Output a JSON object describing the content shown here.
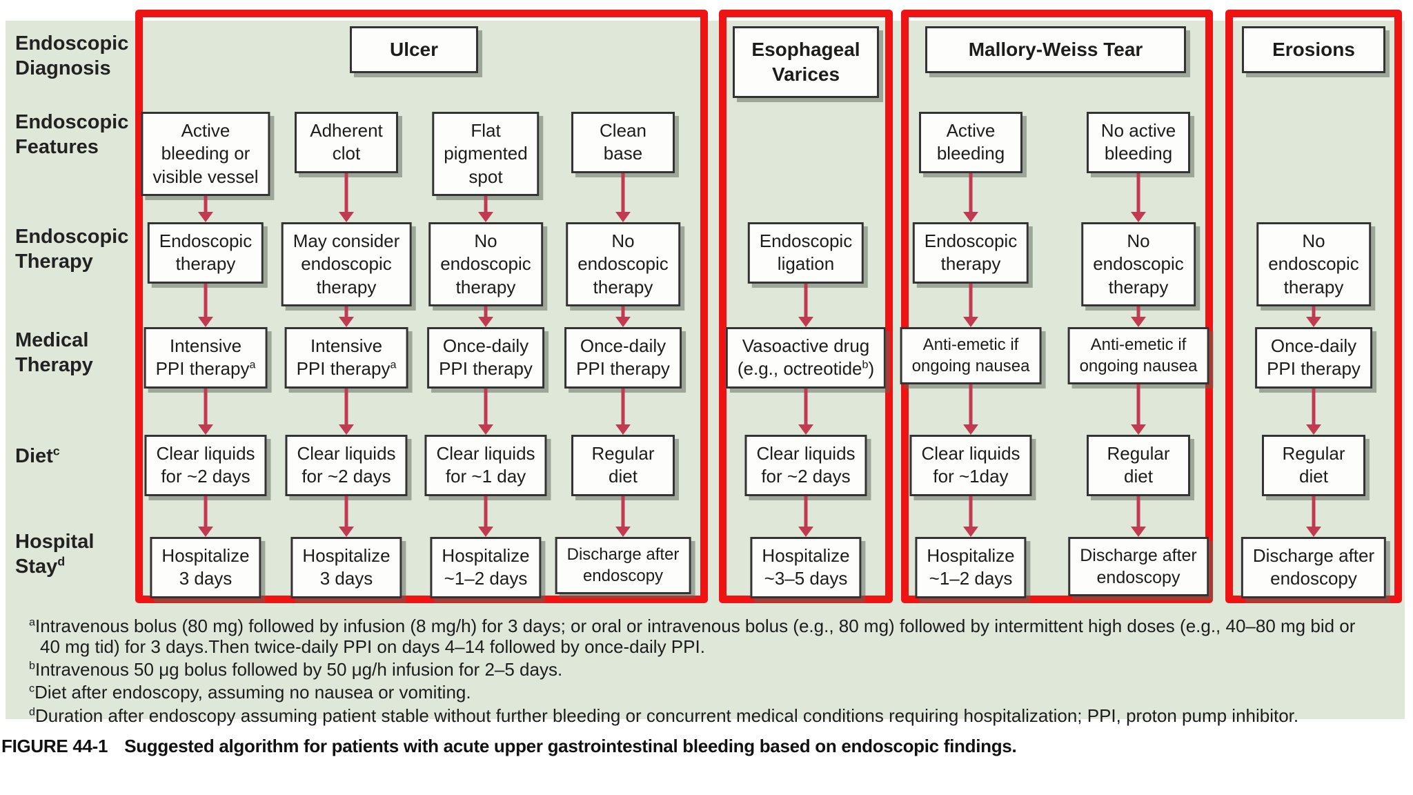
{
  "figure": {
    "colors": {
      "diagram_background": "#dee7d8",
      "group_outline_red": "#ee1414",
      "arrow_crimson": "#c23a52",
      "box_fill": "#fdfdfb",
      "box_border": "#333333"
    },
    "row_labels": [
      "Endoscopic\nDiagnosis",
      "Endoscopic\nFeatures",
      "Endoscopic\nTherapy",
      "Medical\nTherapy",
      "Diet^c",
      "Hospital\nStay^d"
    ],
    "groups": [
      {
        "id": "ulcer",
        "title": "Ulcer",
        "columns": [
          {
            "cells": {
              "features": "Active\nbleeding or\nvisible vessel",
              "therapy": "Endoscopic\ntherapy",
              "medical": "Intensive\nPPI therapy^a",
              "diet": "Clear liquids\nfor ~2 days",
              "hospital": "Hospitalize\n3 days"
            }
          },
          {
            "cells": {
              "features": "Adherent\nclot",
              "therapy": "May consider\nendoscopic\ntherapy",
              "medical": "Intensive\nPPI therapy^a",
              "diet": "Clear liquids\nfor ~2 days",
              "hospital": "Hospitalize\n3 days"
            }
          },
          {
            "cells": {
              "features": "Flat\npigmented\nspot",
              "therapy": "No\nendoscopic\ntherapy",
              "medical": "Once-daily\nPPI therapy",
              "diet": "Clear liquids\nfor ~1 day",
              "hospital": "Hospitalize\n~1–2 days"
            }
          },
          {
            "cells": {
              "features": "Clean\nbase",
              "therapy": "No\nendoscopic\ntherapy",
              "medical": "Once-daily\nPPI therapy",
              "diet": "Regular\ndiet",
              "hospital": "Discharge after\nendoscopy"
            }
          }
        ]
      },
      {
        "id": "varices",
        "title": "Esophageal\nVarices",
        "columns": [
          {
            "cells": {
              "therapy": "Endoscopic\nligation",
              "medical": "Vasoactive drug\n(e.g., octreotide^b)",
              "diet": "Clear liquids\nfor ~2 days",
              "hospital": "Hospitalize\n~3–5 days"
            }
          }
        ]
      },
      {
        "id": "mallory-weiss",
        "title": "Mallory-Weiss Tear",
        "columns": [
          {
            "cells": {
              "features": "Active\nbleeding",
              "therapy": "Endoscopic\ntherapy",
              "medical": "Anti-emetic if\nongoing nausea",
              "diet": "Clear liquids\nfor ~1day",
              "hospital": "Hospitalize\n~1–2 days"
            }
          },
          {
            "cells": {
              "features": "No active\nbleeding",
              "therapy": "No\nendoscopic\ntherapy",
              "medical": "Anti-emetic if\nongoing nausea",
              "diet": "Regular\ndiet",
              "hospital": "Discharge after\nendoscopy"
            }
          }
        ]
      },
      {
        "id": "erosions",
        "title": "Erosions",
        "columns": [
          {
            "cells": {
              "therapy": "No\nendoscopic\ntherapy",
              "medical": "Once-daily\nPPI therapy",
              "diet": "Regular\ndiet",
              "hospital": "Discharge after\nendoscopy"
            }
          }
        ]
      }
    ],
    "footnotes": [
      {
        "sup": "a",
        "text": "Intravenous bolus (80 mg) followed by infusion (8 mg/h) for 3 days; or oral or intravenous bolus (e.g., 80 mg) followed by intermittent high doses (e.g., 40–80 mg bid or 40 mg tid) for 3 days.Then twice-daily PPI on days 4–14 followed by once-daily PPI."
      },
      {
        "sup": "b",
        "text": "Intravenous 50 μg bolus followed by 50 μg/h infusion for 2–5 days."
      },
      {
        "sup": "c",
        "text": "Diet after endoscopy, assuming no nausea or vomiting."
      },
      {
        "sup": "d",
        "text": "Duration after endoscopy assuming patient stable without further bleeding or concurrent medical conditions requiring hospitalization; PPI, proton pump inhibitor."
      }
    ],
    "caption": {
      "label": "FIGURE 44-1",
      "text": "Suggested algorithm for patients with acute upper gastrointestinal bleeding based on endoscopic findings."
    }
  }
}
